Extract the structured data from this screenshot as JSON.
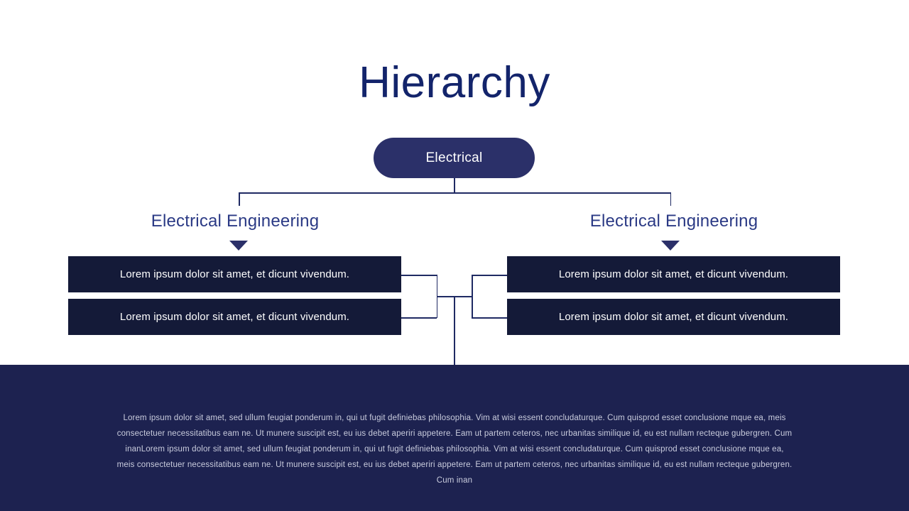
{
  "slide": {
    "title": "Hierarchy",
    "background_color": "#ffffff",
    "accent_color": "#2b3069",
    "band_color": "#1d2250",
    "bar_color": "#141a38",
    "title_color": "#13246b",
    "label_color": "#2b3a85"
  },
  "hierarchy": {
    "root": {
      "label": "Electrical"
    },
    "branches": [
      {
        "label": "Electrical Engineering",
        "marker": "triangle-down-icon",
        "items": [
          {
            "text": "Lorem ipsum dolor sit amet, et dicunt vivendum."
          },
          {
            "text": "Lorem ipsum dolor sit amet, et dicunt vivendum."
          }
        ]
      },
      {
        "label": "Electrical Engineering",
        "marker": "triangle-down-icon",
        "items": [
          {
            "text": "Lorem ipsum dolor sit amet, et dicunt vivendum."
          },
          {
            "text": "Lorem ipsum dolor sit amet, et dicunt vivendum."
          }
        ]
      }
    ]
  },
  "footer": {
    "paragraph": "Lorem ipsum dolor sit amet, sed ullum feugiat ponderum in, qui ut fugit definiebas philosophia. Vim at wisi essent concludaturque. Cum quisprod esset conclusione mque ea, meis consectetuer necessitatibus eam ne. Ut munere suscipit est, eu ius debet aperiri appetere. Eam ut partem ceteros, nec urbanitas similique id, eu est nullam recteque gubergren. Cum inanLorem ipsum dolor sit amet, sed ullum feugiat ponderum in, qui ut fugit definiebas philosophia. Vim at wisi essent concludaturque. Cum quisprod esset conclusione mque ea, meis consectetuer necessitatibus eam ne. Ut munere suscipit est, eu ius debet aperiri appetere. Eam ut partem ceteros, nec urbanitas similique id, eu est nullam recteque gubergren. Cum inan"
  }
}
